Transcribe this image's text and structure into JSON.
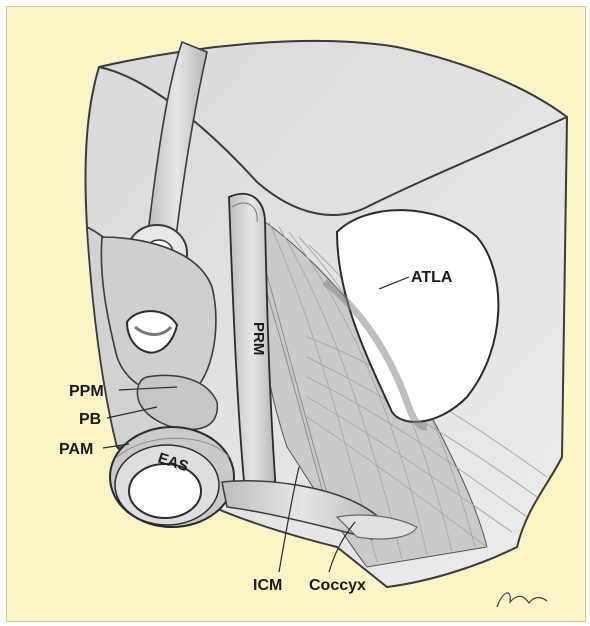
{
  "labels": {
    "atla": "ATLA",
    "prm": "PRM",
    "ppm": "PPM",
    "pb": "PB",
    "pam": "PAM",
    "eas": "EAS",
    "icm": "ICM",
    "coccyx": "Coccyx"
  },
  "colors": {
    "background": "#fbf4c6",
    "sheet": "#e3e3e3",
    "muscle": "#cfcfcf",
    "outline": "#2b2b2b"
  }
}
